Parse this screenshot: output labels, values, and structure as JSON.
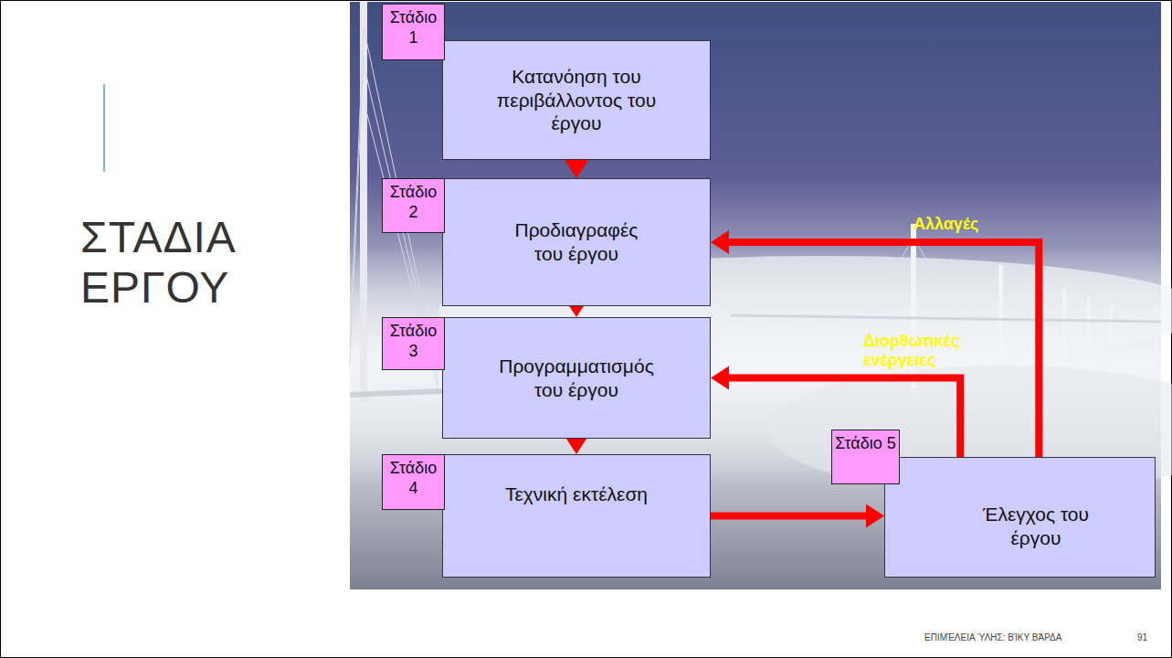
{
  "diagram": {
    "title": "ΣΤΑΔΙΑ ΕΡΓΟΥ",
    "nodes": [
      {
        "text": [
          "Στάδιο 1",
          "Κατανόηση του περιβάλλοντος του έργου"
        ]
      },
      {
        "text": [
          "Στάδιο 2",
          "Προδιαγραφές του έργου"
        ]
      },
      {
        "text": [
          "Στάδιο 3",
          "Προγραμματισμός του έργου"
        ]
      },
      {
        "text": [
          "Στάδιο 4",
          "Τεχνική εκτέλεση"
        ]
      },
      {
        "text": [
          "Στάδιο 5",
          "Έλεγχος του έργου"
        ]
      }
    ],
    "edges": [
      {
        "from": 0,
        "to": 1,
        "arrow": "to"
      },
      {
        "from": 1,
        "to": 2,
        "arrow": "to"
      },
      {
        "from": 2,
        "to": 3,
        "arrow": "to"
      },
      {
        "from": 3,
        "to": 4,
        "arrow": "to"
      },
      {
        "from": 4,
        "to": 1,
        "label": "Αλλαγές",
        "arrow": "to"
      },
      {
        "from": 4,
        "to": 2,
        "label": "Διορθωτικές ενέργειες",
        "arrow": "to"
      }
    ],
    "labels": [
      "ΕΠΙΜΈΛΕΙΑ ΎΛΗΣ: ΒΊΚΥ ΒΆΡΔΑ",
      "91"
    ]
  }
}
